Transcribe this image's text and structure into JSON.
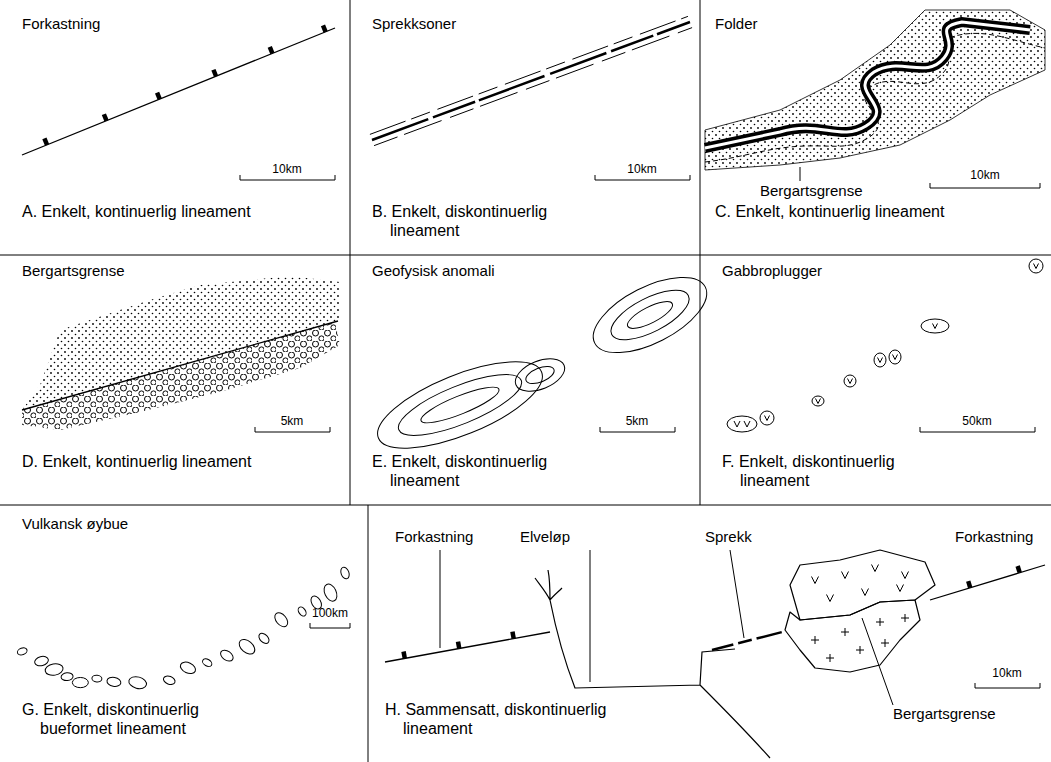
{
  "diagram": {
    "labels": [
      "Forkastning",
      "10km",
      "A. Enkelt, kontinuerlig lineament",
      "Sprekksoner",
      "10km",
      "B. Enkelt, diskontinuerlig lineament",
      "Folder",
      "Bergartsgrense",
      "10km",
      "C. Enkelt, kontinuerlig lineament",
      "Bergartsgrense",
      "5km",
      "D. Enkelt, kontinuerlig lineament",
      "Geofysisk anomali",
      "5km",
      "E. Enkelt, diskontinuerlig lineament",
      "Gabbroplugger",
      "50km",
      "F. Enkelt, diskontinuerlig lineament",
      "Vulkansk øybue",
      "100km",
      "G. Enkelt, diskontinuerlig bueformet lineament",
      "Forkastning",
      "Elveløp",
      "Sprekk",
      "Forkastning",
      "Bergartsgrense",
      "10km",
      "H. Sammensatt, diskontinuerlig lineament"
    ]
  }
}
